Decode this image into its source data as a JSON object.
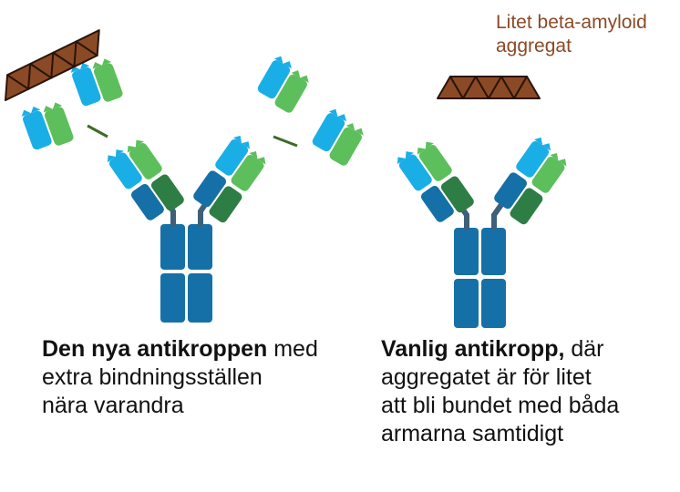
{
  "amyloid_label": {
    "line1": "Litet beta-amyloid",
    "line2": "aggregat"
  },
  "left_caption": {
    "bold": "Den nya antikroppen",
    "rest_line1": " med",
    "line2": "extra bindningsställen",
    "line3": "nära varandra"
  },
  "right_caption": {
    "bold": "Vanlig antikropp,",
    "rest_line1": " där",
    "line2": "aggregatet är för litet",
    "line3": "att bli bundet med båda",
    "line4": "armarna samtidigt"
  },
  "colors": {
    "heavy_chain": "#1670a8",
    "dark_green": "#2e7d45",
    "light_green": "#5cbf5c",
    "light_blue": "#1aaee6",
    "hinge": "#3f5f7a",
    "amyloid_fill": "#8b4a26",
    "amyloid_stroke": "#2a1508",
    "label_brown": "#8a4a26"
  }
}
